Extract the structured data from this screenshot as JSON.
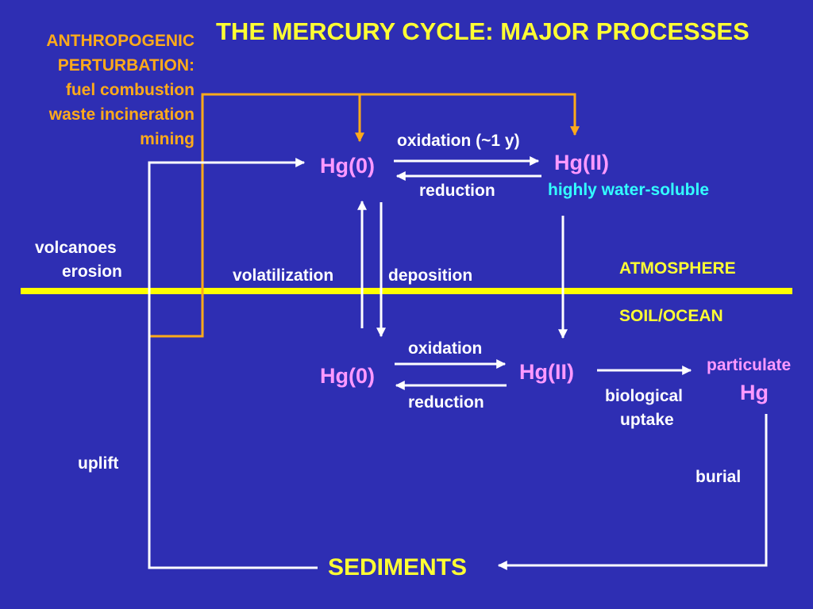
{
  "title": "THE MERCURY CYCLE: MAJOR PROCESSES",
  "anthropogenic": {
    "lines": [
      "ANTHROPOGENIC",
      "PERTURBATION:",
      "fuel combustion",
      "waste incineration",
      "mining"
    ]
  },
  "atmosphere": {
    "hg0": "Hg(0)",
    "hg2": "Hg(II)",
    "oxidation": "oxidation (~1 y)",
    "reduction": "reduction",
    "hg2_note": "highly water-soluble"
  },
  "exchange": {
    "volatilization": "volatilization",
    "deposition": "deposition"
  },
  "sources": {
    "line1": "volcanoes",
    "line2": "erosion"
  },
  "layers": {
    "atmosphere": "ATMOSPHERE",
    "soil_ocean": "SOIL/OCEAN"
  },
  "surface": {
    "hg0": "Hg(0)",
    "hg2": "Hg(II)",
    "oxidation": "oxidation",
    "reduction": "reduction",
    "uptake_line1": "biological",
    "uptake_line2": "uptake",
    "particulate": "particulate",
    "particulate_hg": "Hg"
  },
  "sediments": {
    "label": "SEDIMENTS",
    "uplift": "uplift",
    "burial": "burial"
  },
  "colors": {
    "background": "#2e2eb3",
    "title": "#ffff33",
    "anthropogenic": "#ffaa1a",
    "species": "#ff99ff",
    "soluble": "#33ffff",
    "boundary": "#ffff00",
    "arrows": "#ffffff"
  }
}
